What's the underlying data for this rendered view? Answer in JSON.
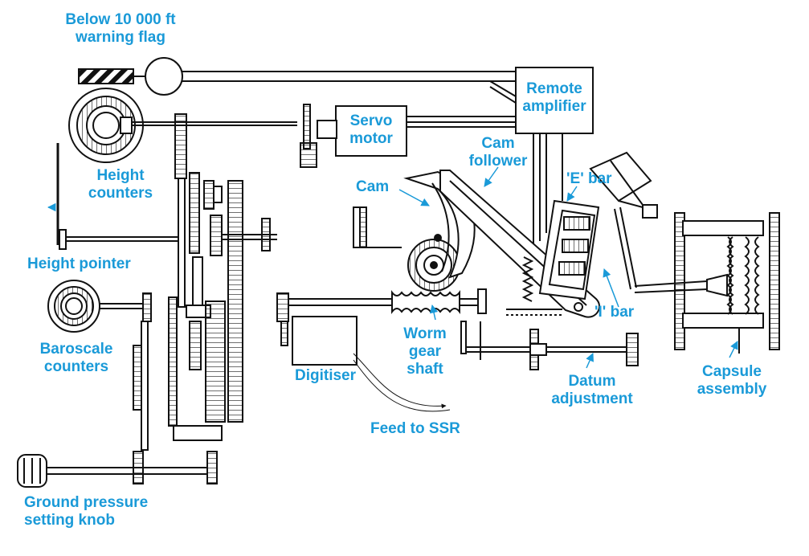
{
  "labels": {
    "warning_flag": [
      "Below 10 000 ft",
      "warning flag"
    ],
    "remote_amplifier": [
      "Remote",
      "amplifier"
    ],
    "servo_motor": [
      "Servo",
      "motor"
    ],
    "cam_follower": [
      "Cam",
      "follower"
    ],
    "height_counters": [
      "Height",
      "counters"
    ],
    "cam": "Cam",
    "e_bar": "'E' bar",
    "height_pointer": "Height pointer",
    "i_bar": "'I' bar",
    "baroscale_counters": [
      "Baroscale",
      "counters"
    ],
    "worm_gear_shaft": [
      "Worm",
      "gear",
      "shaft"
    ],
    "digitiser": "Digitiser",
    "datum_adjustment": [
      "Datum",
      "adjustment"
    ],
    "capsule_assembly": [
      "Capsule",
      "assembly"
    ],
    "feed_to_ssr": "Feed to SSR",
    "ground_pressure_knob": [
      "Ground pressure",
      "setting knob"
    ]
  },
  "colors": {
    "label": "#1a9ad8",
    "line": "#111111"
  }
}
